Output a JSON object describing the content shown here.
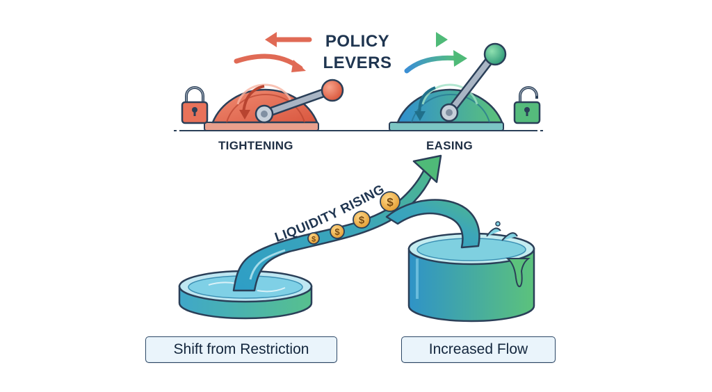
{
  "title": {
    "line1": "POLICY",
    "line2": "LEVERS"
  },
  "levers": {
    "left": {
      "label": "TIGHTENING",
      "state": "locked",
      "icon": "lock-closed-icon"
    },
    "right": {
      "label": "EASING",
      "state": "unlocked",
      "icon": "lock-open-icon"
    }
  },
  "flow": {
    "label": "LIQUIDITY RISING",
    "coin_symbol": "$"
  },
  "captions": {
    "left": "Shift from Restriction",
    "right": "Increased Flow"
  },
  "colors": {
    "tightening": "#e8725a",
    "easing_green": "#4db87a",
    "easing_blue": "#3a90c8",
    "water": "#3aa6c9",
    "coin": "#f2b14a",
    "outline": "#1f3550"
  }
}
